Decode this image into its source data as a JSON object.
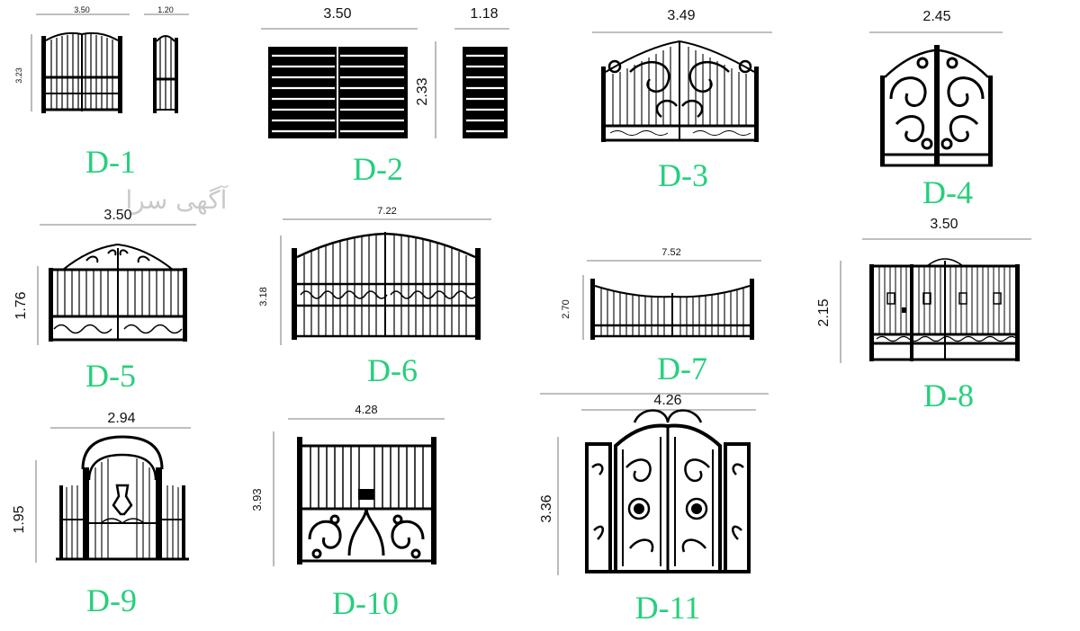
{
  "watermark": "آگهی سرا",
  "colors": {
    "caption": "#26d07c",
    "ink": "#000000",
    "dimension": "#111111",
    "watermark": "#c9c9c9"
  },
  "gates": [
    {
      "code": "D-1",
      "dims": [
        "3.50",
        "1.20",
        "3.23"
      ]
    },
    {
      "code": "D-2",
      "dims": [
        "3.50",
        "1.18",
        "2.33"
      ]
    },
    {
      "code": "D-3",
      "dims": [
        "3.49"
      ]
    },
    {
      "code": "D-4",
      "dims": [
        "2.45"
      ]
    },
    {
      "code": "D-5",
      "dims": [
        "3.50",
        "1.76"
      ]
    },
    {
      "code": "D-6",
      "dims": [
        "7.22",
        "3.18"
      ]
    },
    {
      "code": "D-7",
      "dims": [
        "7.52",
        "2.70"
      ]
    },
    {
      "code": "D-8",
      "dims": [
        "3.50",
        "2.15"
      ]
    },
    {
      "code": "D-9",
      "dims": [
        "2.94",
        "1.95"
      ]
    },
    {
      "code": "D-10",
      "dims": [
        "4.28",
        "3.93"
      ]
    },
    {
      "code": "D-11",
      "dims": [
        "4.26",
        "3.36"
      ]
    }
  ]
}
